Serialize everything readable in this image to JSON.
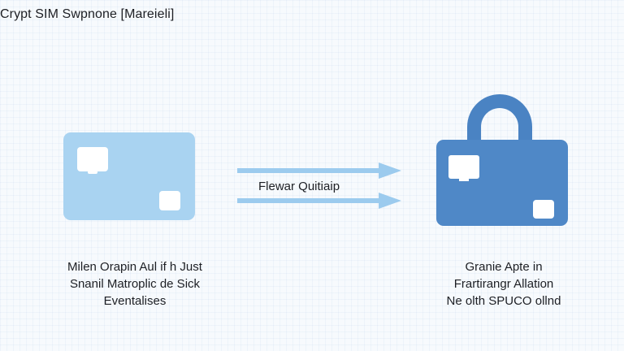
{
  "title": "Crypt SIM Swpnone [Mareieli]",
  "arrow_label": "Flewar Quitiaip",
  "left_caption": [
    "Milen Orapin Aul if h Just",
    "Snanil Matroplic de Sick",
    "Eventalises"
  ],
  "right_caption": [
    "Granie Apte in",
    "Frartirangr Allation",
    "Ne olth SPUCO ollnd"
  ],
  "icons": {
    "left": "sim-card-icon",
    "right": "padlock-icon",
    "arrows": "arrow-right-icon"
  },
  "colors": {
    "sim_card": "#a9d3f1",
    "lock": "#4f88c7",
    "arrow": "#9ccbee"
  }
}
